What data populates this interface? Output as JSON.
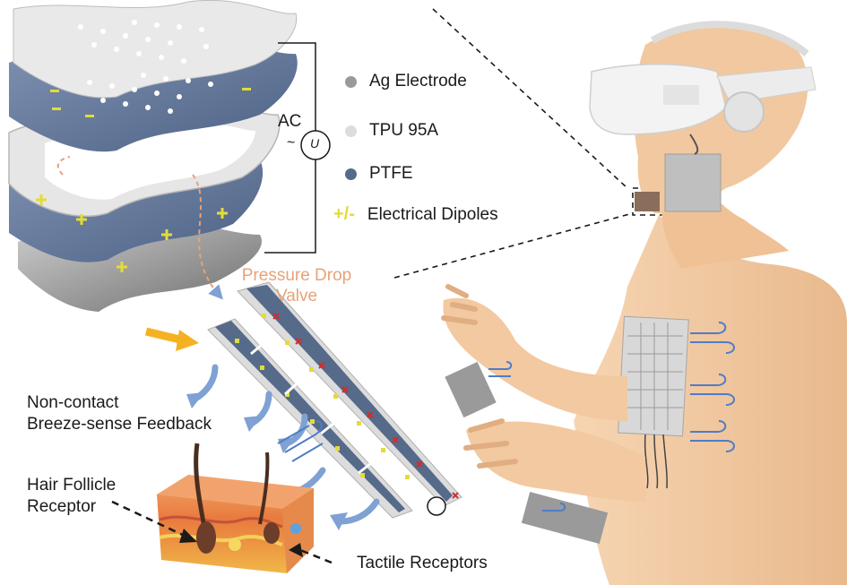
{
  "legend": {
    "items": [
      {
        "label": "Ag Electrode",
        "color": "#9a9a9a"
      },
      {
        "label": "TPU 95A",
        "color": "#dcdcdc"
      },
      {
        "label": "PTFE",
        "color": "#566a8a"
      },
      {
        "label": "Electrical Dipoles",
        "symbol": "+/-",
        "color": "#e3dc37"
      }
    ]
  },
  "circuit": {
    "source_label": "AC",
    "tilde": "~",
    "symbol": "U"
  },
  "labels": {
    "valve_line1": "Pressure Drop",
    "valve_line2": "Valve",
    "feedback_line1": "Non-contact",
    "feedback_line2": "Breeze-sense Feedback",
    "hair_line1": "Hair Follicle",
    "hair_line2": "Receptor",
    "tactile": "Tactile Receptors"
  },
  "colors": {
    "ptfe": "#566a8a",
    "tpu": "#e4e4e4",
    "ag": "#9a9a9a",
    "dipole": "#e3dc37",
    "arrow_blue": "#7fa1d3",
    "arrow_orange": "#f4b223",
    "valve_text": "#e7a27a",
    "skin": "#f2c9a0"
  }
}
